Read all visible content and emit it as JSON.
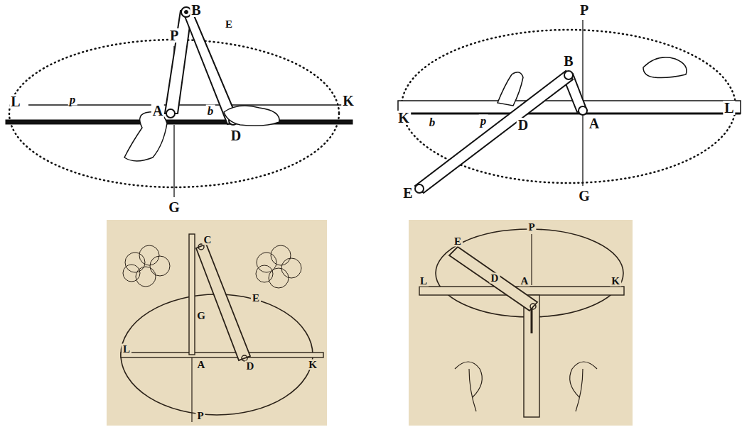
{
  "diagram": {
    "labels": [
      "B",
      "P",
      "E",
      "L",
      "p",
      "A",
      "b",
      "K",
      "D",
      "G",
      "P",
      "B",
      "K",
      "b",
      "p",
      "D",
      "A",
      "L",
      "E",
      "G",
      "C",
      "G",
      "E",
      "L",
      "A",
      "D",
      "K",
      "P",
      "P",
      "E",
      "D",
      "A",
      "L",
      "K"
    ]
  }
}
